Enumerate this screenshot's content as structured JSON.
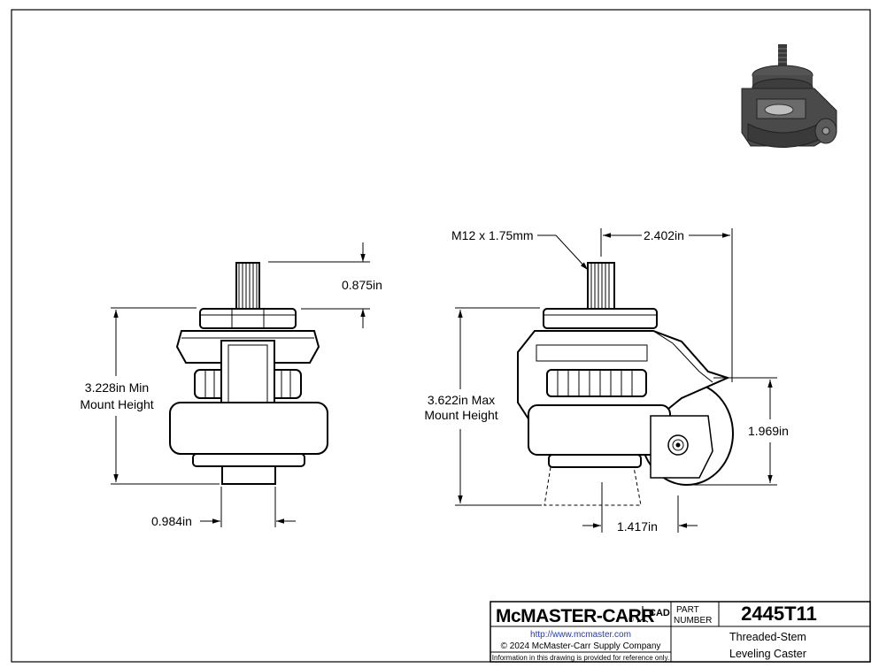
{
  "dimensions": {
    "front": {
      "stem_length": "0.875in",
      "min_height": "3.228in Min",
      "min_height_line2": "Mount Height",
      "base_width": "0.984in"
    },
    "side": {
      "thread": "M12 x 1.75mm",
      "overall_width": "2.402in",
      "max_height": "3.622in Max",
      "max_height_line2": "Mount Height",
      "wheel_diameter": "1.969in",
      "wheel_offset": "1.417in"
    }
  },
  "title_block": {
    "logo": "McMASTER-CARR",
    "logo_mark": "®",
    "cad_label": "CAD",
    "part_label_1": "PART",
    "part_label_2": "NUMBER",
    "part_number": "2445T11",
    "url": "http://www.mcmaster.com",
    "copyright": "© 2024 McMaster-Carr Supply Company",
    "disclaimer": "Information in this drawing is provided for reference only.",
    "description_1": "Threaded-Stem",
    "description_2": "Leveling Caster"
  },
  "colors": {
    "line": "#000000",
    "url": "#1f3bbf",
    "iso_body": "#4a4a4a"
  }
}
